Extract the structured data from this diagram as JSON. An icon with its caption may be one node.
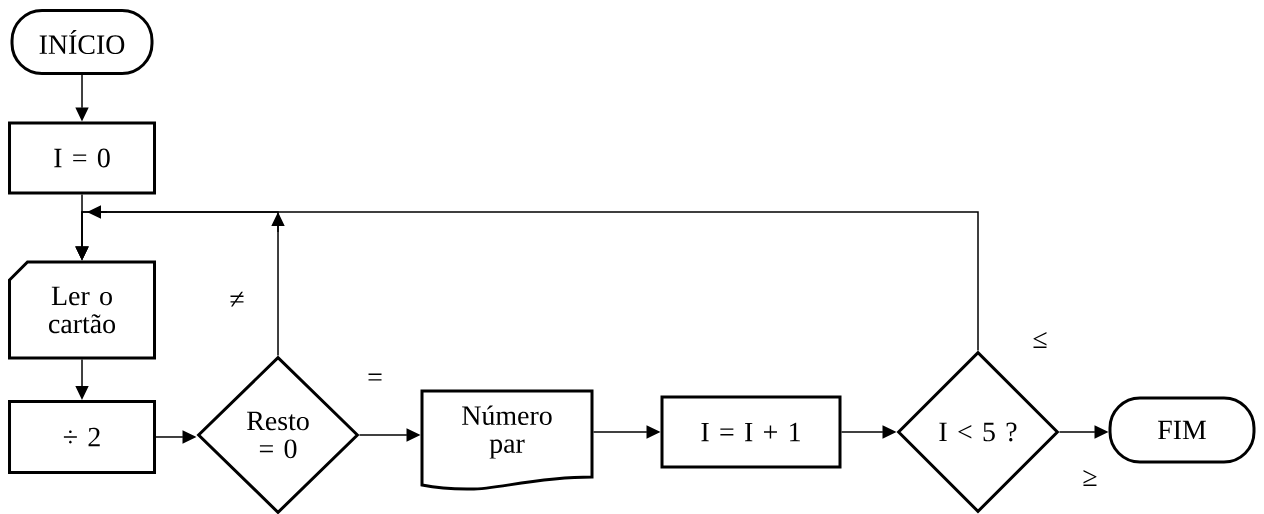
{
  "diagram": {
    "nodes": [
      {
        "text": [
          "INÍCIO"
        ]
      },
      {
        "text": [
          "I  =  0"
        ]
      },
      {
        "text": [
          "Ler o cartão"
        ]
      },
      {
        "text": [
          "÷  2"
        ]
      },
      {
        "text": [
          "Resto =  0"
        ]
      },
      {
        "text": [
          "Número par"
        ]
      },
      {
        "text": [
          "I = I + 1"
        ]
      },
      {
        "text": [
          "I < 5 ?"
        ]
      },
      {
        "text": [
          "FIM"
        ]
      }
    ],
    "edges": [
      {
        "from": 0,
        "to": 1,
        "arrow": "to"
      },
      {
        "from": 1,
        "to": 2,
        "arrow": "to"
      },
      {
        "from": 2,
        "to": 3,
        "arrow": "to"
      },
      {
        "from": 3,
        "to": 4,
        "arrow": "to"
      },
      {
        "from": 4,
        "to": 5,
        "arrow": "to",
        "label": "="
      },
      {
        "from": 5,
        "to": 6,
        "arrow": "to"
      },
      {
        "from": 6,
        "to": 7,
        "arrow": "to"
      },
      {
        "from": 7,
        "to": 8,
        "arrow": "to",
        "label": "≥"
      },
      {
        "from": 4,
        "to": 2,
        "arrow": "to",
        "label": "≠"
      },
      {
        "from": 7,
        "to": 2,
        "arrow": "to",
        "label": "≤"
      }
    ]
  }
}
